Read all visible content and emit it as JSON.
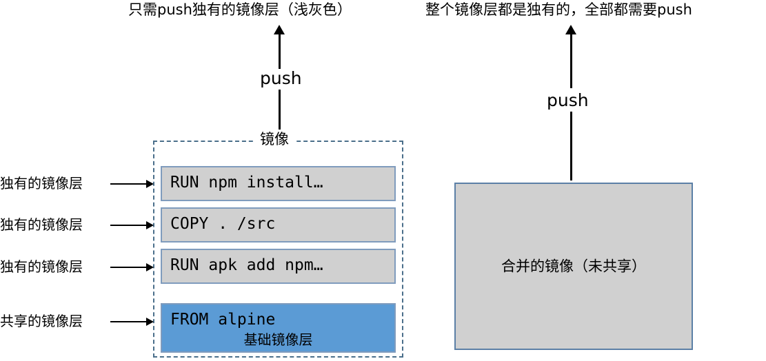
{
  "titles": {
    "left": "只需push独有的镜像层（浅灰色）",
    "right": "整个镜像层都是独有的，全部都需要push"
  },
  "arrows": {
    "left_push_label": "push",
    "right_push_label": "push"
  },
  "image_group": {
    "label": "镜像",
    "layers": [
      {
        "text": "RUN npm install…",
        "kind": "unique"
      },
      {
        "text": "COPY . /src",
        "kind": "unique"
      },
      {
        "text": "RUN apk add npm…",
        "kind": "unique"
      },
      {
        "text": "FROM alpine",
        "subtext": "基础镜像层",
        "kind": "base"
      }
    ]
  },
  "side_labels": [
    "独有的镜像层",
    "独有的镜像层",
    "独有的镜像层",
    "共享的镜像层"
  ],
  "merged_image": {
    "label": "合并的镜像（未共享）"
  },
  "colors": {
    "unique_layer_fill": "#d0d0d0",
    "base_layer_fill": "#5b9bd5",
    "layer_border": "#7f9bbd",
    "dashed_border": "#4a6e8a",
    "merged_border": "#5b7fa6",
    "text": "#000000",
    "background": "#ffffff"
  }
}
